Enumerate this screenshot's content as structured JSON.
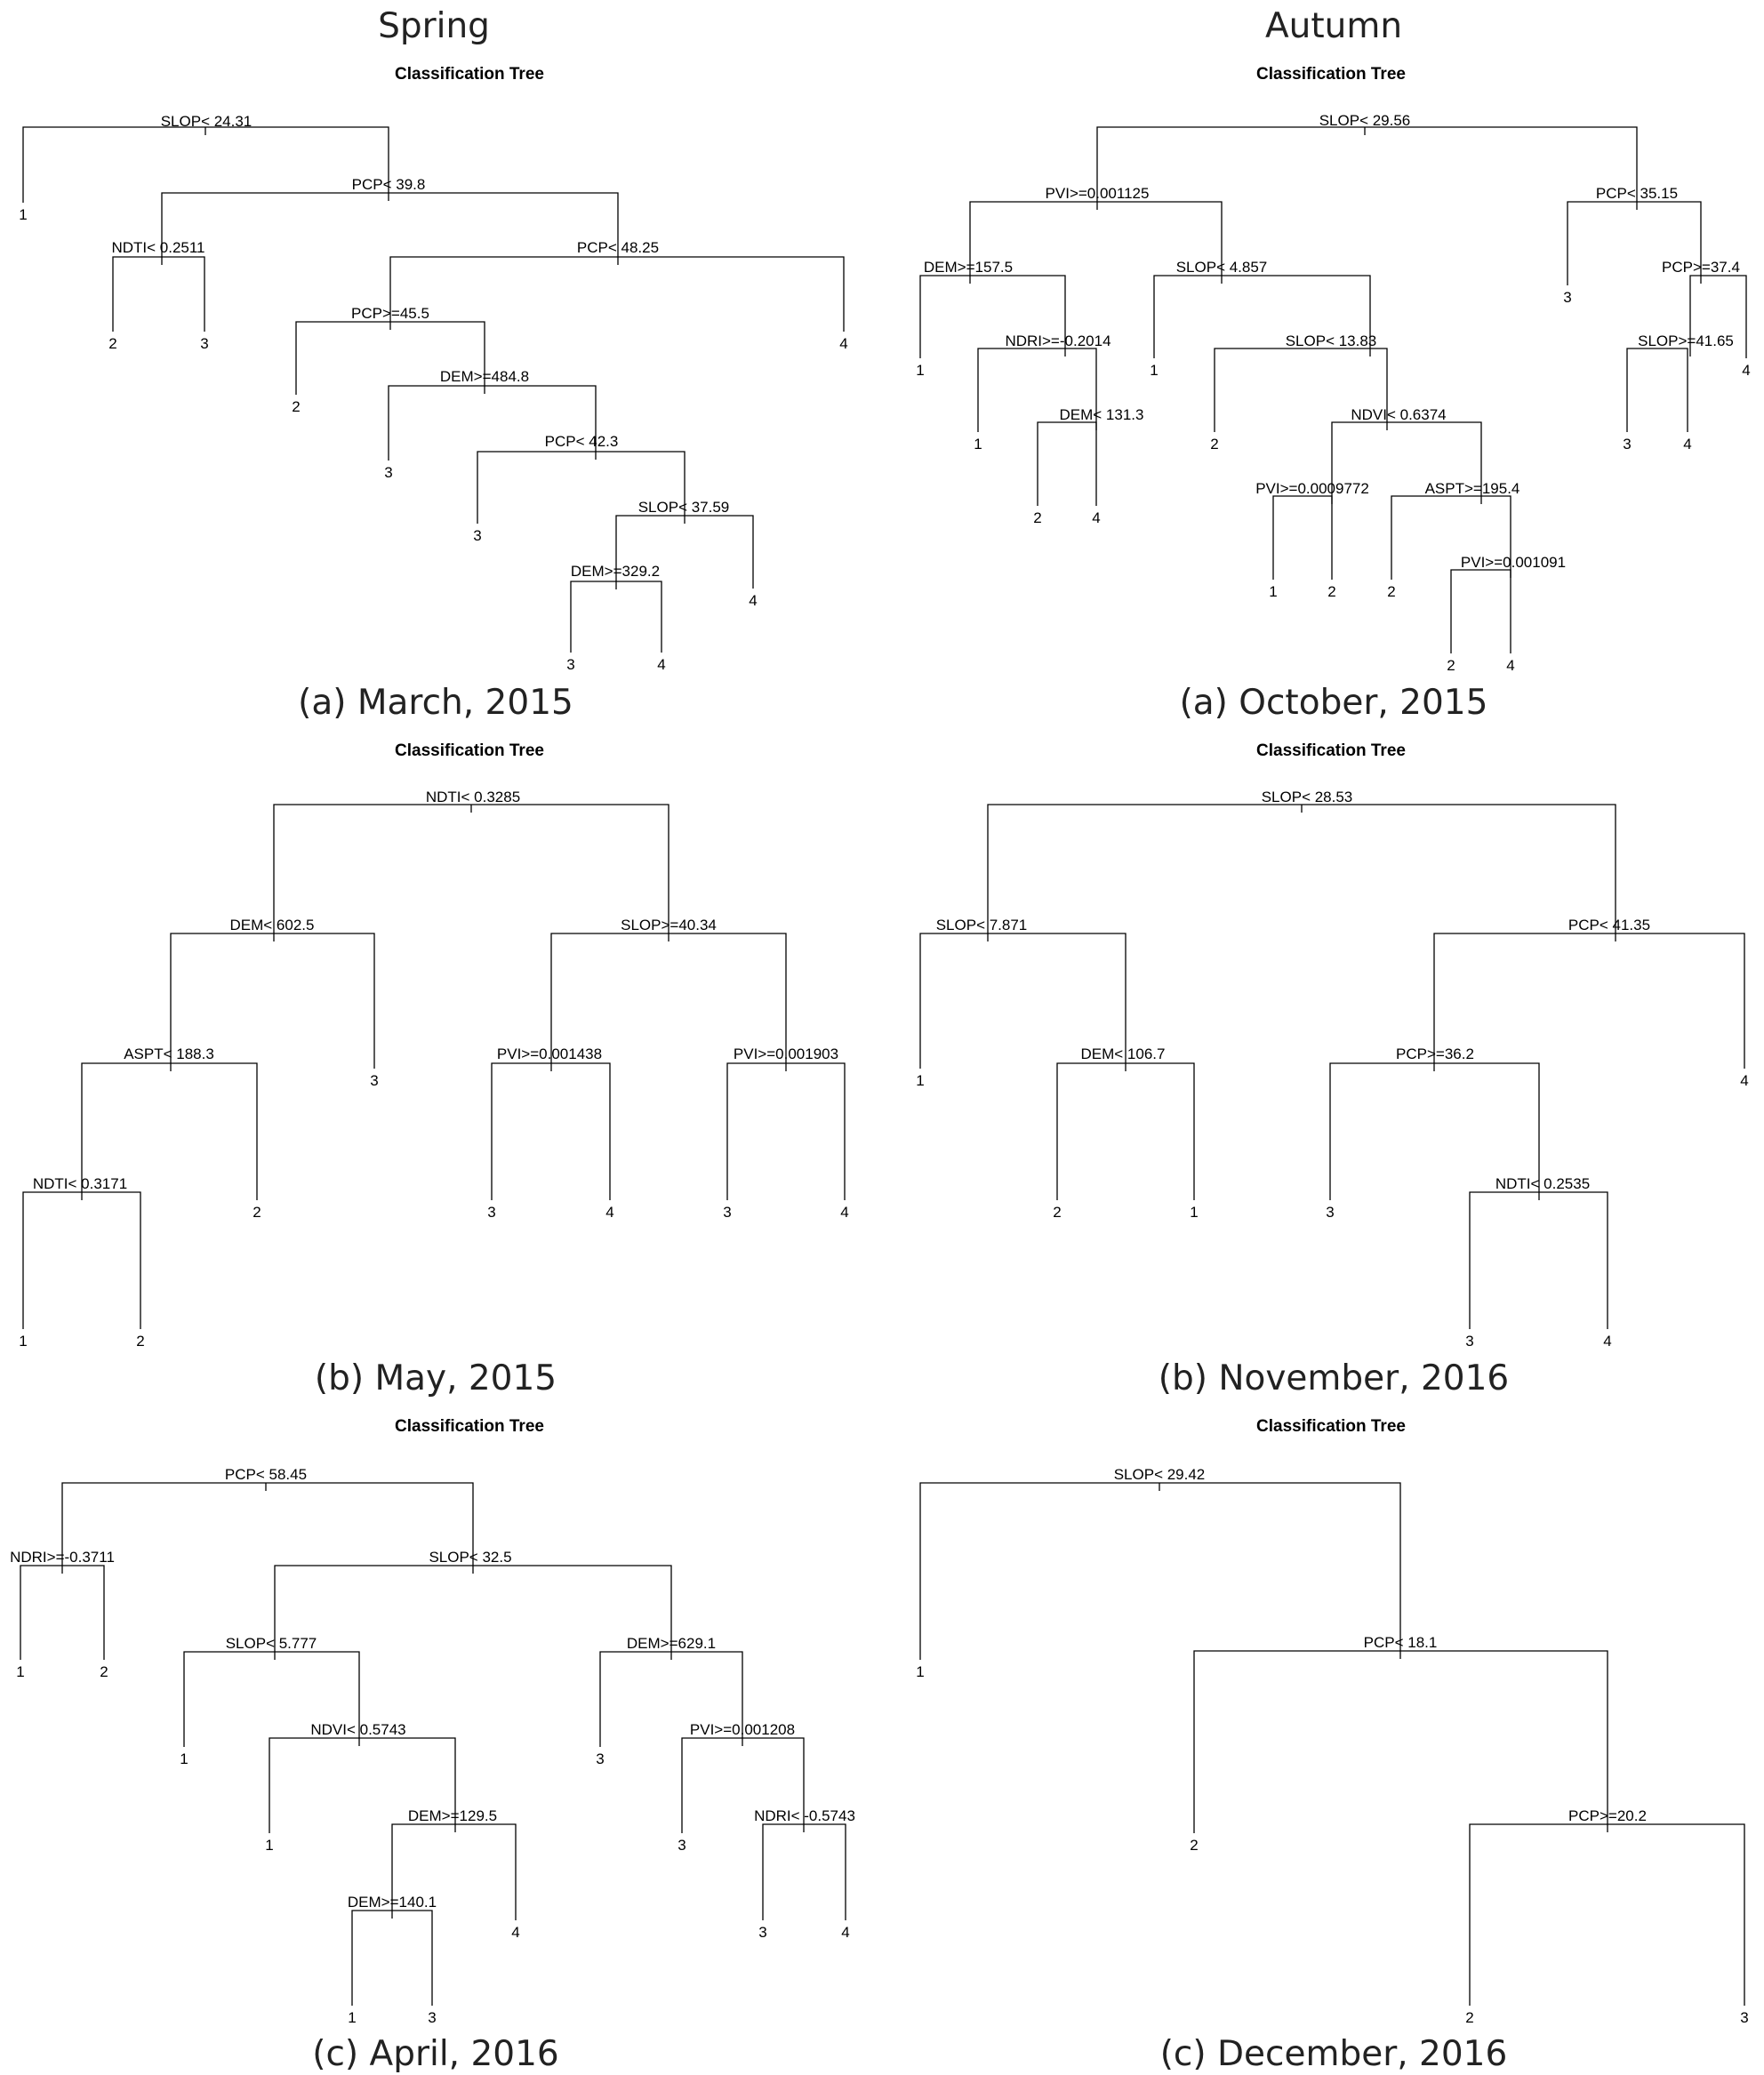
{
  "season_titles": [
    "Spring",
    "Autumn"
  ],
  "panels": [
    {
      "id": "march-2015",
      "title": "Classification Tree",
      "caption": "(a) March, 2015",
      "nodes": {
        "n1": {
          "label": "SLOP< 24.31",
          "children": [
            "l1",
            "n2"
          ]
        },
        "l1": {
          "label": "1"
        },
        "n2": {
          "label": "PCP< 39.8",
          "children": [
            "n3",
            "n5"
          ]
        },
        "n3": {
          "label": "NDTI< 0.2511",
          "children": [
            "l2",
            "l3"
          ]
        },
        "l2": {
          "label": "2"
        },
        "l3": {
          "label": "3"
        },
        "n5": {
          "label": "PCP< 48.25",
          "children": [
            "n6",
            "l4"
          ]
        },
        "n6": {
          "label": "PCP>=45.5",
          "children": [
            "l5",
            "n7"
          ]
        },
        "l4": {
          "label": "4"
        },
        "l5": {
          "label": "2"
        },
        "n7": {
          "label": "DEM>=484.8",
          "children": [
            "l6",
            "n8"
          ]
        },
        "l6": {
          "label": "3"
        },
        "n8": {
          "label": "PCP< 42.3",
          "children": [
            "l7",
            "n9"
          ]
        },
        "l7": {
          "label": "3"
        },
        "n9": {
          "label": "SLOP< 37.59",
          "children": [
            "n10",
            "l8"
          ]
        },
        "l8": {
          "label": "4"
        },
        "n10": {
          "label": "DEM>=329.2",
          "children": [
            "l9",
            "l10"
          ]
        },
        "l9": {
          "label": "3"
        },
        "l10": {
          "label": "4"
        }
      }
    },
    {
      "id": "october-2015",
      "title": "Classification Tree",
      "caption": "(a) October, 2015",
      "nodes": {
        "n1": {
          "label": "SLOP< 29.56",
          "children": [
            "n2",
            "n3"
          ]
        },
        "n2": {
          "label": "PVI>=0.001125",
          "children": [
            "n4",
            "n5"
          ]
        },
        "n3": {
          "label": "PCP< 35.15",
          "children": [
            "l1",
            "n6"
          ]
        },
        "l1": {
          "label": "3"
        },
        "n4": {
          "label": "DEM>=157.5",
          "children": [
            "l2",
            "n7"
          ]
        },
        "l2": {
          "label": "1"
        },
        "n5": {
          "label": "SLOP< 4.857",
          "children": [
            "l3",
            "n8"
          ]
        },
        "l3": {
          "label": "1"
        },
        "n6": {
          "label": "PCP>=37.4",
          "children": [
            "n9",
            "l4"
          ]
        },
        "l4": {
          "label": "4"
        },
        "n7": {
          "label": "NDRI>=-0.2014",
          "children": [
            "l5",
            "n10"
          ]
        },
        "l5": {
          "label": "1"
        },
        "n8": {
          "label": "SLOP< 13.83",
          "children": [
            "l6",
            "n11"
          ]
        },
        "l6": {
          "label": "2"
        },
        "n9": {
          "label": "SLOP>=41.65",
          "children": [
            "l7",
            "l8"
          ]
        },
        "l7": {
          "label": "3"
        },
        "l8": {
          "label": "4"
        },
        "n10": {
          "label": "DEM< 131.3",
          "children": [
            "l9",
            "l10"
          ]
        },
        "l9": {
          "label": "2"
        },
        "l10": {
          "label": "4"
        },
        "n11": {
          "label": "NDVI< 0.6374",
          "children": [
            "n12",
            "n13"
          ]
        },
        "n12": {
          "label": "PVI>=0.0009772",
          "children": [
            "l11",
            "l12"
          ]
        },
        "l11": {
          "label": "1"
        },
        "l12": {
          "label": "2"
        },
        "n13": {
          "label": "ASPT>=195.4",
          "children": [
            "l13",
            "n14"
          ]
        },
        "l13": {
          "label": "2"
        },
        "n14": {
          "label": "PVI>=0.001091",
          "children": [
            "l14",
            "l15"
          ]
        },
        "l14": {
          "label": "2"
        },
        "l15": {
          "label": "4"
        }
      }
    },
    {
      "id": "may-2015",
      "title": "Classification Tree",
      "caption": "(b) May, 2015",
      "nodes": {
        "n1": {
          "label": "NDTI< 0.3285",
          "children": [
            "n2",
            "n3"
          ]
        },
        "n2": {
          "label": "DEM< 602.5",
          "children": [
            "n4",
            "l1"
          ]
        },
        "l1": {
          "label": "3"
        },
        "n3": {
          "label": "SLOP>=40.34",
          "children": [
            "n5",
            "n6"
          ]
        },
        "n4": {
          "label": "ASPT< 188.3",
          "children": [
            "n7",
            "l2"
          ]
        },
        "l2": {
          "label": "2"
        },
        "n5": {
          "label": "PVI>=0.001438",
          "children": [
            "l3",
            "l4"
          ]
        },
        "l3": {
          "label": "3"
        },
        "l4": {
          "label": "4"
        },
        "n6": {
          "label": "PVI>=0.001903",
          "children": [
            "l5",
            "l6"
          ]
        },
        "l5": {
          "label": "3"
        },
        "l6": {
          "label": "4"
        },
        "n7": {
          "label": "NDTI< 0.3171",
          "children": [
            "l7",
            "l8"
          ]
        },
        "l7": {
          "label": "1"
        },
        "l8": {
          "label": "2"
        }
      }
    },
    {
      "id": "november-2016",
      "title": "Classification Tree",
      "caption": "(b) November, 2016",
      "nodes": {
        "n1": {
          "label": "SLOP< 28.53",
          "children": [
            "n2",
            "n3"
          ]
        },
        "n2": {
          "label": "SLOP< 7.871",
          "children": [
            "l1",
            "n4"
          ]
        },
        "l1": {
          "label": "1"
        },
        "n3": {
          "label": "PCP< 41.35",
          "children": [
            "n5",
            "l2"
          ]
        },
        "l2": {
          "label": "4"
        },
        "n4": {
          "label": "DEM< 106.7",
          "children": [
            "l3",
            "l4"
          ]
        },
        "l3": {
          "label": "2"
        },
        "l4": {
          "label": "1"
        },
        "n5": {
          "label": "PCP>=36.2",
          "children": [
            "l5",
            "n6"
          ]
        },
        "l5": {
          "label": "3"
        },
        "n6": {
          "label": "NDTI< 0.2535",
          "children": [
            "l6",
            "l7"
          ]
        },
        "l6": {
          "label": "3"
        },
        "l7": {
          "label": "4"
        }
      }
    },
    {
      "id": "april-2016",
      "title": "Classification Tree",
      "caption": "(c) April, 2016",
      "nodes": {
        "n1": {
          "label": "PCP< 58.45",
          "children": [
            "n2",
            "n3"
          ]
        },
        "n2": {
          "label": "NDRI>=-0.3711",
          "children": [
            "l1",
            "l2"
          ]
        },
        "l1": {
          "label": "1"
        },
        "l2": {
          "label": "2"
        },
        "n3": {
          "label": "SLOP< 32.5",
          "children": [
            "n4",
            "n5"
          ]
        },
        "n4": {
          "label": "SLOP< 5.777",
          "children": [
            "l3",
            "n6"
          ]
        },
        "l3": {
          "label": "1"
        },
        "n5": {
          "label": "DEM>=629.1",
          "children": [
            "l4",
            "n7"
          ]
        },
        "l4": {
          "label": "3"
        },
        "n6": {
          "label": "NDVI< 0.5743",
          "children": [
            "l5",
            "n8"
          ]
        },
        "l5": {
          "label": "1"
        },
        "n7": {
          "label": "PVI>=0.001208",
          "children": [
            "l6",
            "n9"
          ]
        },
        "l6": {
          "label": "3"
        },
        "n8": {
          "label": "DEM>=129.5",
          "children": [
            "n10",
            "l7"
          ]
        },
        "l7": {
          "label": "4"
        },
        "n9": {
          "label": "NDRI< -0.5743",
          "children": [
            "l8",
            "l9"
          ]
        },
        "l8": {
          "label": "3"
        },
        "l9": {
          "label": "4"
        },
        "n10": {
          "label": "DEM>=140.1",
          "children": [
            "l10",
            "l11"
          ]
        },
        "l10": {
          "label": "1"
        },
        "l11": {
          "label": "3"
        }
      }
    },
    {
      "id": "december-2016",
      "title": "Classification Tree",
      "caption": "(c) December, 2016",
      "nodes": {
        "n1": {
          "label": "SLOP< 29.42",
          "children": [
            "l1",
            "n2"
          ]
        },
        "l1": {
          "label": "1"
        },
        "n2": {
          "label": "PCP< 18.1",
          "children": [
            "l2",
            "n3"
          ]
        },
        "l2": {
          "label": "2"
        },
        "n3": {
          "label": "PCP>=20.2",
          "children": [
            "l3",
            "l4"
          ]
        },
        "l3": {
          "label": "2"
        },
        "l4": {
          "label": "3"
        }
      }
    }
  ]
}
